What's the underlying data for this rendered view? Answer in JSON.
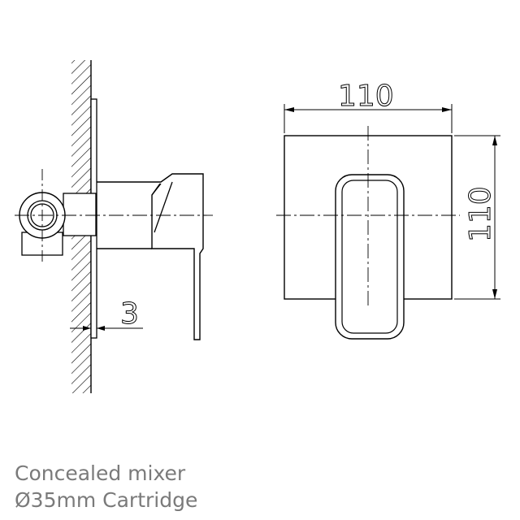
{
  "dimensions": {
    "width": "110",
    "height": "110",
    "wall_offset": "3"
  },
  "caption": {
    "line1": "Concealed mixer",
    "line2": "Ø35mm Cartridge"
  }
}
